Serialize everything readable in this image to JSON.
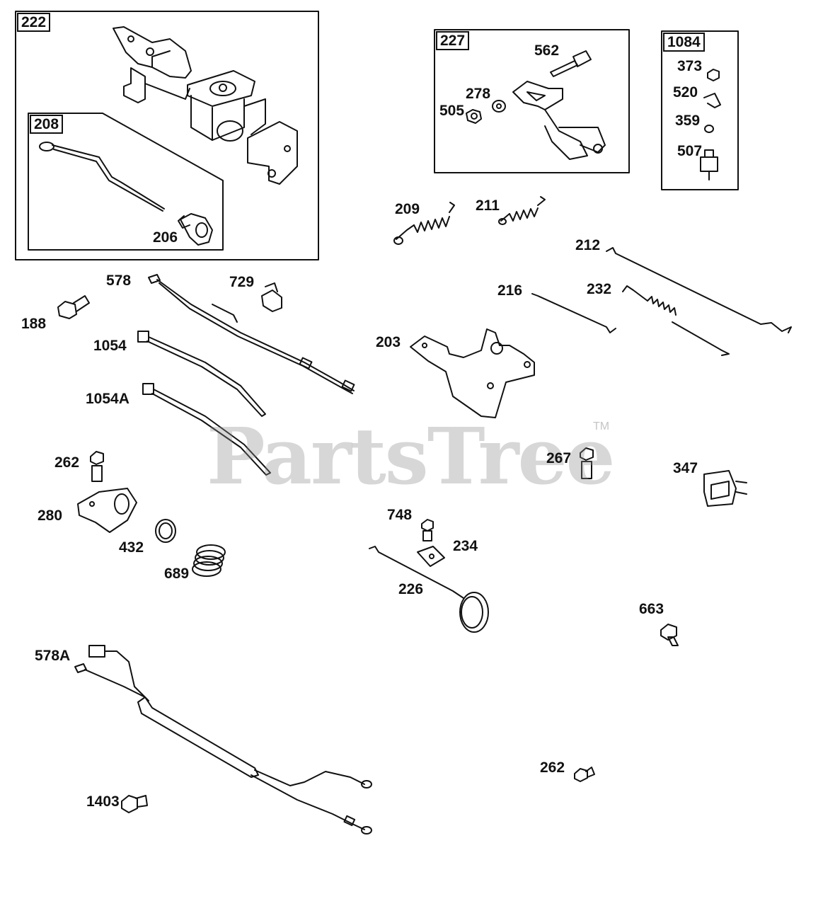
{
  "watermark": {
    "text": "PartsTree",
    "tm": "TM"
  },
  "boxes": {
    "b222": "222",
    "b208": "208",
    "b227": "227",
    "b1084": "1084"
  },
  "labels": {
    "p206": "206",
    "p562": "562",
    "p278": "278",
    "p505": "505",
    "p373": "373",
    "p520": "520",
    "p359": "359",
    "p507": "507",
    "p209": "209",
    "p211": "211",
    "p212": "212",
    "p216": "216",
    "p232": "232",
    "p578": "578",
    "p729": "729",
    "p188": "188",
    "p1054": "1054",
    "p203": "203",
    "p1054A": "1054A",
    "p262a": "262",
    "p267": "267",
    "p347": "347",
    "p280": "280",
    "p748": "748",
    "p234": "234",
    "p432": "432",
    "p689": "689",
    "p226": "226",
    "p663": "663",
    "p578A": "578A",
    "p262b": "262",
    "p1403": "1403"
  }
}
